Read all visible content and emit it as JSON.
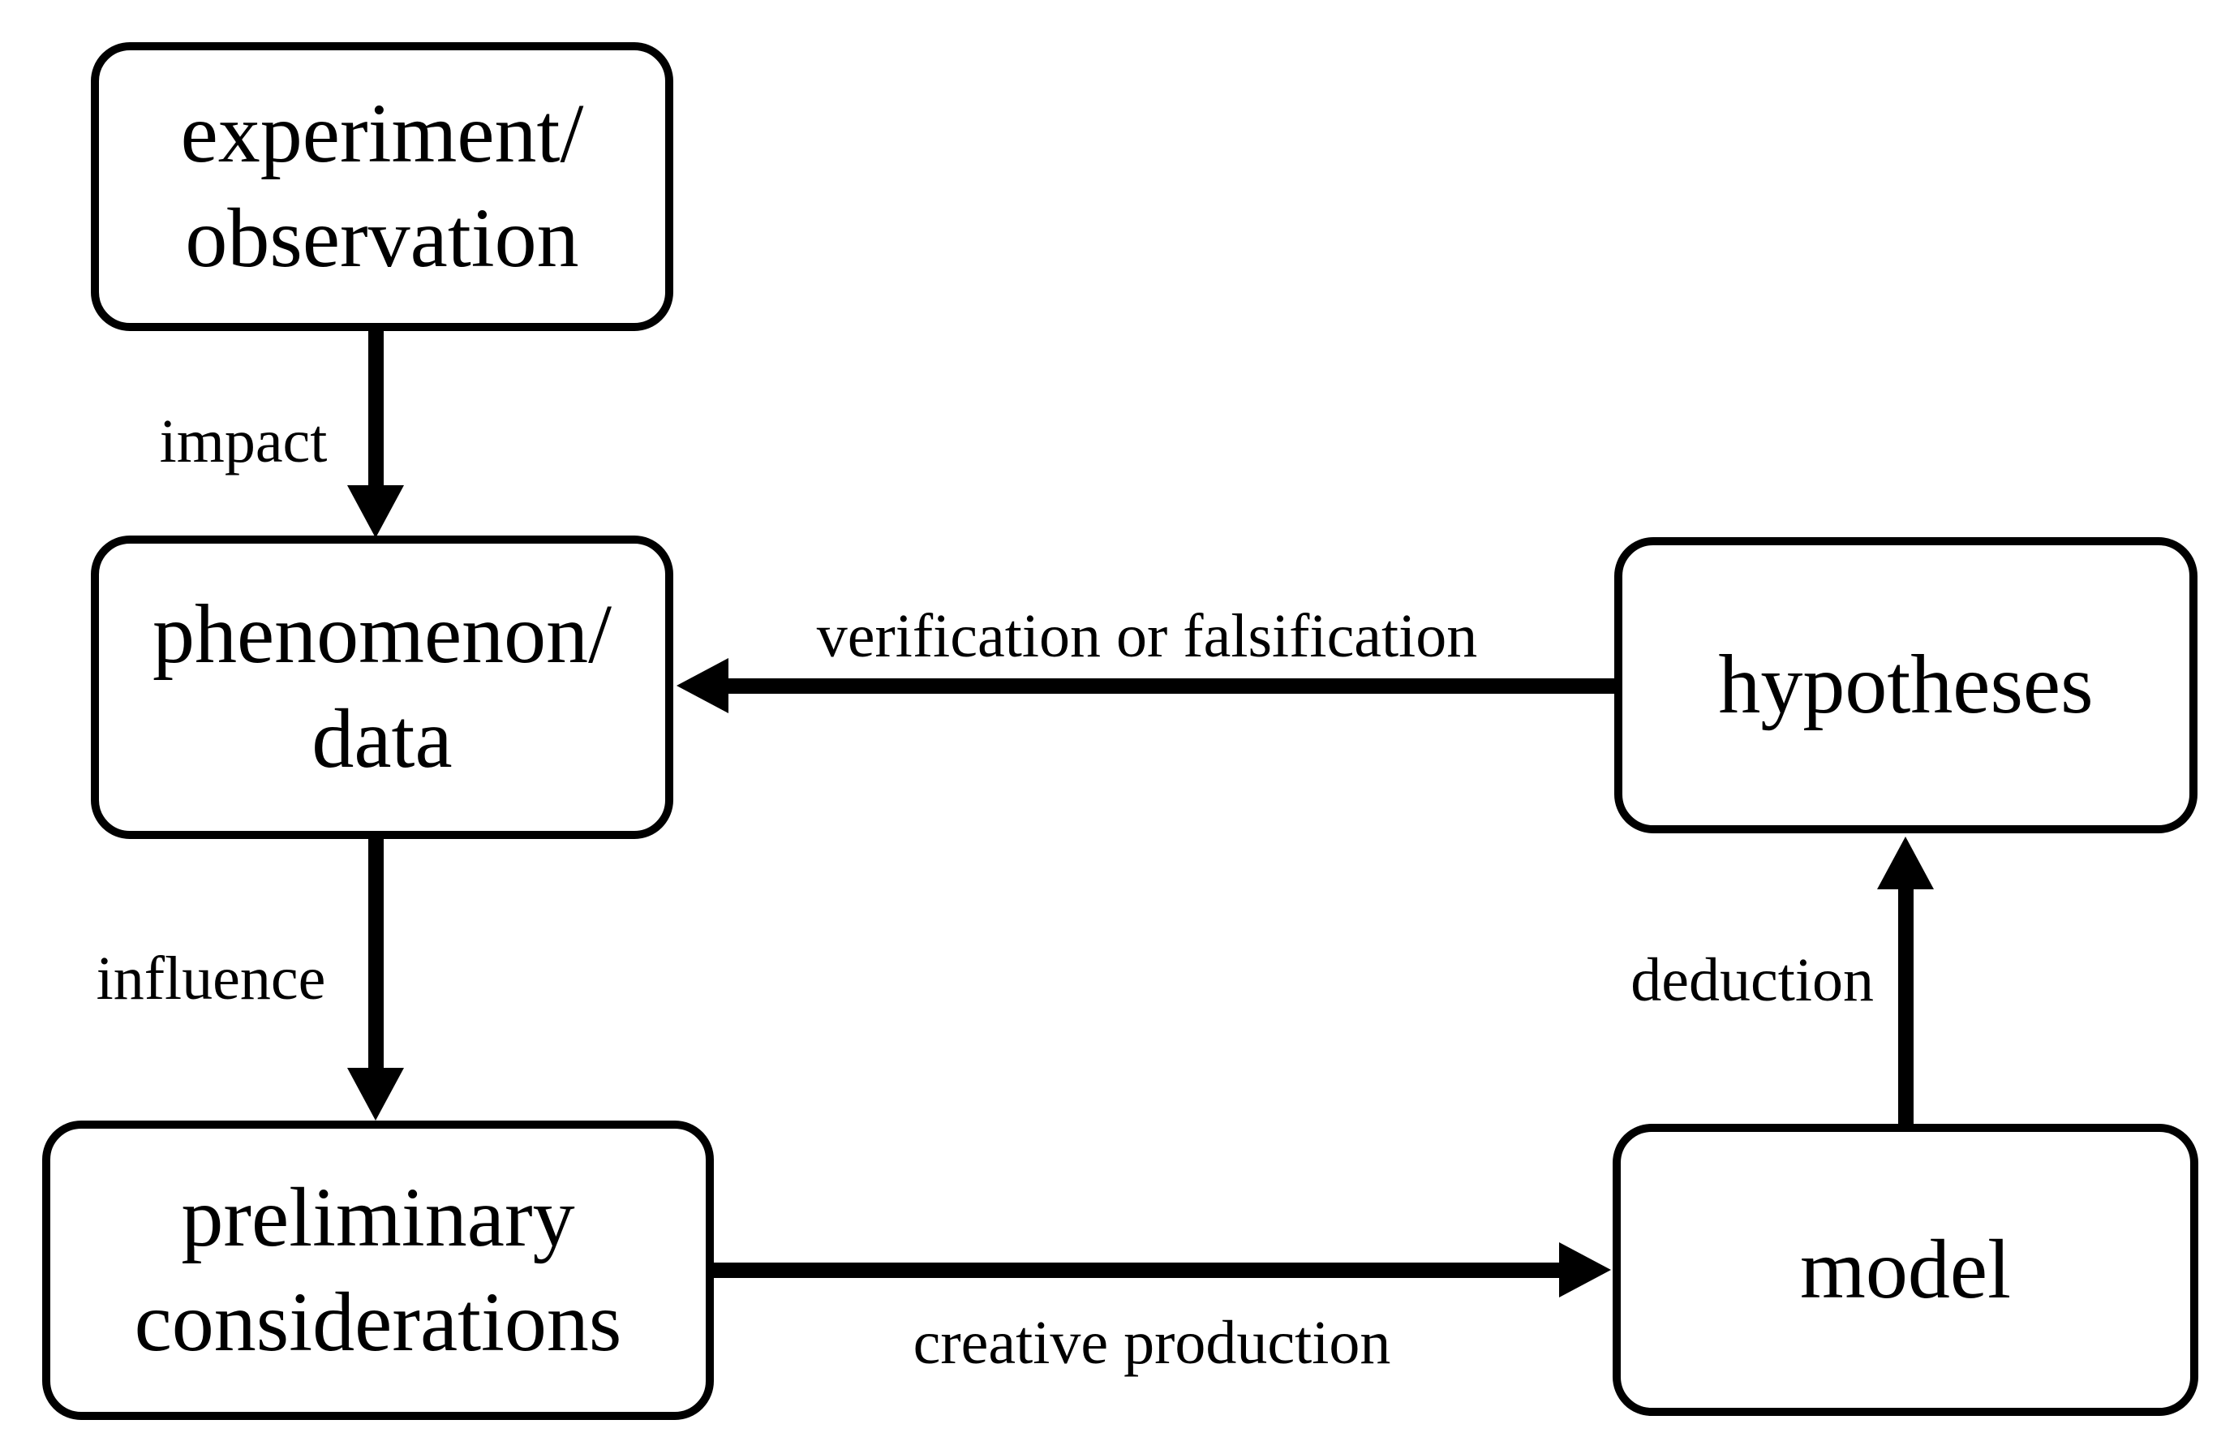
{
  "diagram": {
    "background_color": "#ffffff",
    "stroke_color": "#000000",
    "nodes": [
      {
        "id": "experiment-observation",
        "lines": [
          "experiment/",
          "observation"
        ]
      },
      {
        "id": "phenomenon-data",
        "lines": [
          "phenomenon/",
          "data"
        ]
      },
      {
        "id": "preliminary-considerations",
        "lines": [
          "preliminary",
          "considerations"
        ]
      },
      {
        "id": "hypotheses",
        "lines": [
          "hypotheses"
        ]
      },
      {
        "id": "model",
        "lines": [
          "model"
        ]
      }
    ],
    "edges": [
      {
        "from": "experiment-observation",
        "to": "phenomenon-data",
        "direction": "down",
        "label": "impact"
      },
      {
        "from": "phenomenon-data",
        "to": "preliminary-considerations",
        "direction": "down",
        "label": "influence"
      },
      {
        "from": "hypotheses",
        "to": "phenomenon-data",
        "direction": "left",
        "label": "verification or falsification"
      },
      {
        "from": "preliminary-considerations",
        "to": "model",
        "direction": "right",
        "label": "creative production"
      },
      {
        "from": "model",
        "to": "hypotheses",
        "direction": "up",
        "label": "deduction"
      }
    ]
  }
}
